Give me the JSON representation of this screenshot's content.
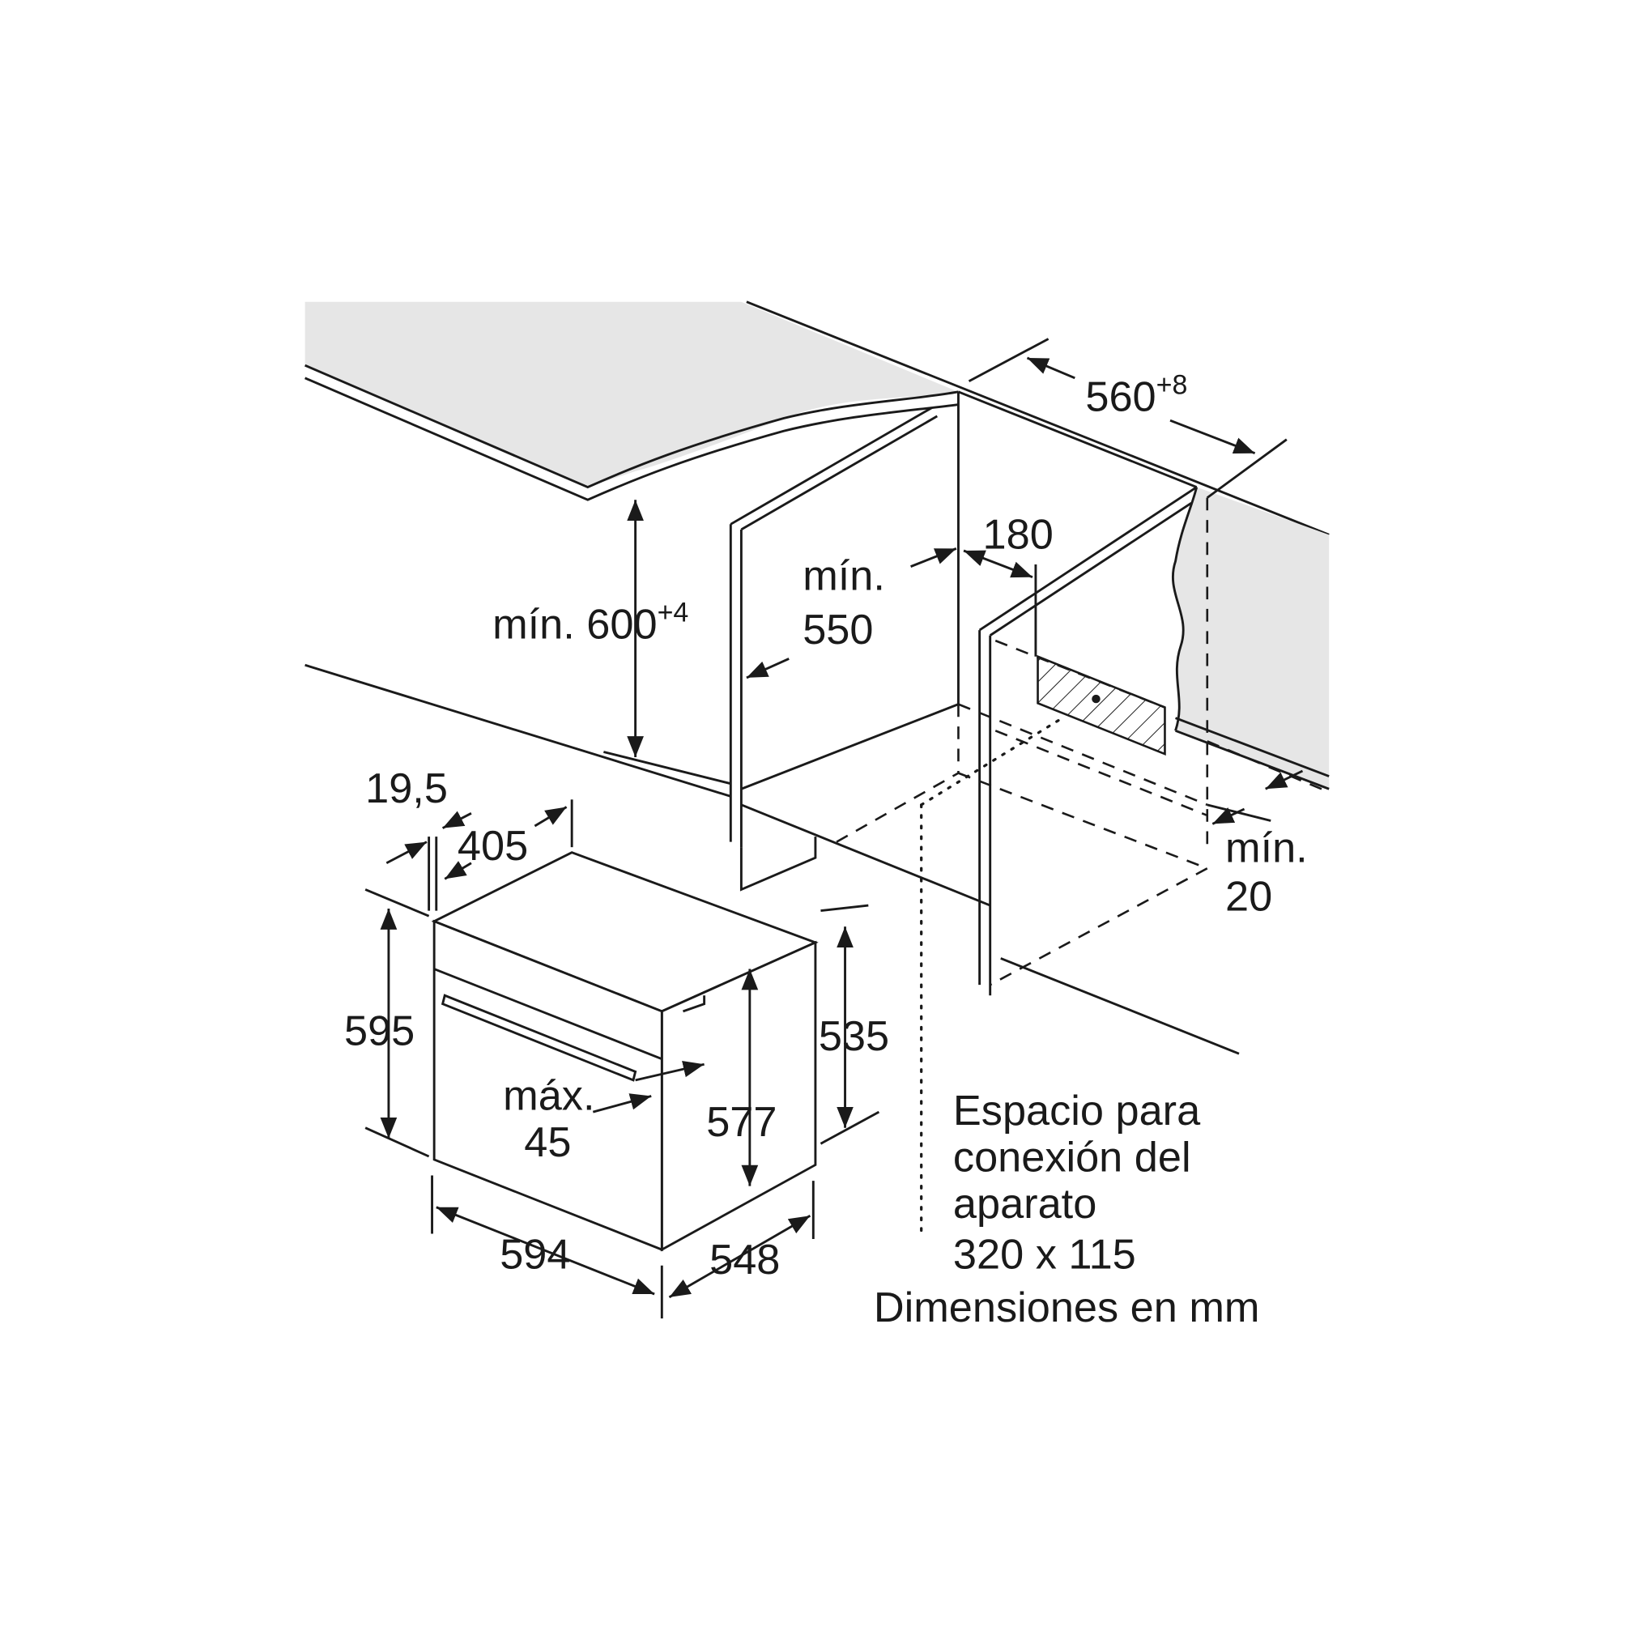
{
  "diagram": {
    "labels": {
      "min_600": "mín. 600",
      "min_600_sup": "+4",
      "min_550_a": "mín.",
      "min_550_b": "550",
      "d180": "180",
      "d560": "560",
      "d560_sup": "+8",
      "min_20_a": "mín.",
      "min_20_b": "20",
      "d19_5": "19,5",
      "d405": "405",
      "d595": "595",
      "d535": "535",
      "max_45_a": "máx.",
      "max_45_b": "45",
      "d577": "577",
      "d594": "594",
      "d548": "548"
    },
    "note": {
      "line1": "Espacio para",
      "line2": "conexión del",
      "line3": "aparato",
      "line4": "320 x 115",
      "line5": "Dimensiones en mm"
    },
    "colors": {
      "line": "#1a1a1a",
      "surface": "#e6e6e6"
    }
  }
}
